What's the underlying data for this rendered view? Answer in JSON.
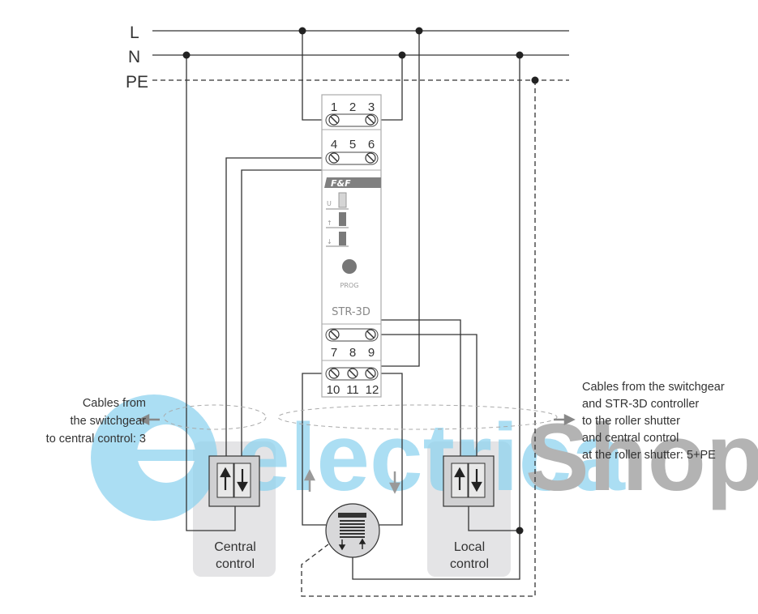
{
  "lines": {
    "L": "L",
    "N": "N",
    "PE": "PE"
  },
  "device": {
    "brand": "F&F",
    "model": "STR-3D",
    "leds": [
      "U",
      "↑",
      "↓"
    ],
    "prog_label": "PROG",
    "terminals_top1": [
      "1",
      "2",
      "3"
    ],
    "terminals_top2": [
      "4",
      "5",
      "6"
    ],
    "terminals_bot1": [
      "7",
      "8",
      "9"
    ],
    "terminals_bot2": [
      "10",
      "11",
      "12"
    ]
  },
  "controls": {
    "central": [
      "Central",
      "control"
    ],
    "local": [
      "Local",
      "control"
    ]
  },
  "notes": {
    "left": [
      "Cables from",
      "the switchgear",
      "to central control: 3"
    ],
    "right": [
      "Cables from the switchgear",
      "and STR-3D controller",
      "to the roller shutter",
      "and central control",
      "at the roller shutter: 5+PE"
    ]
  },
  "watermark": {
    "part1": "electrica",
    "part2": "Shop"
  },
  "colors": {
    "wire": "#333333",
    "panel": "#e4e4e6",
    "watermark_blue": "#8fd3ef",
    "watermark_gray": "#9a9a9a",
    "brand_bar": "#808080"
  }
}
